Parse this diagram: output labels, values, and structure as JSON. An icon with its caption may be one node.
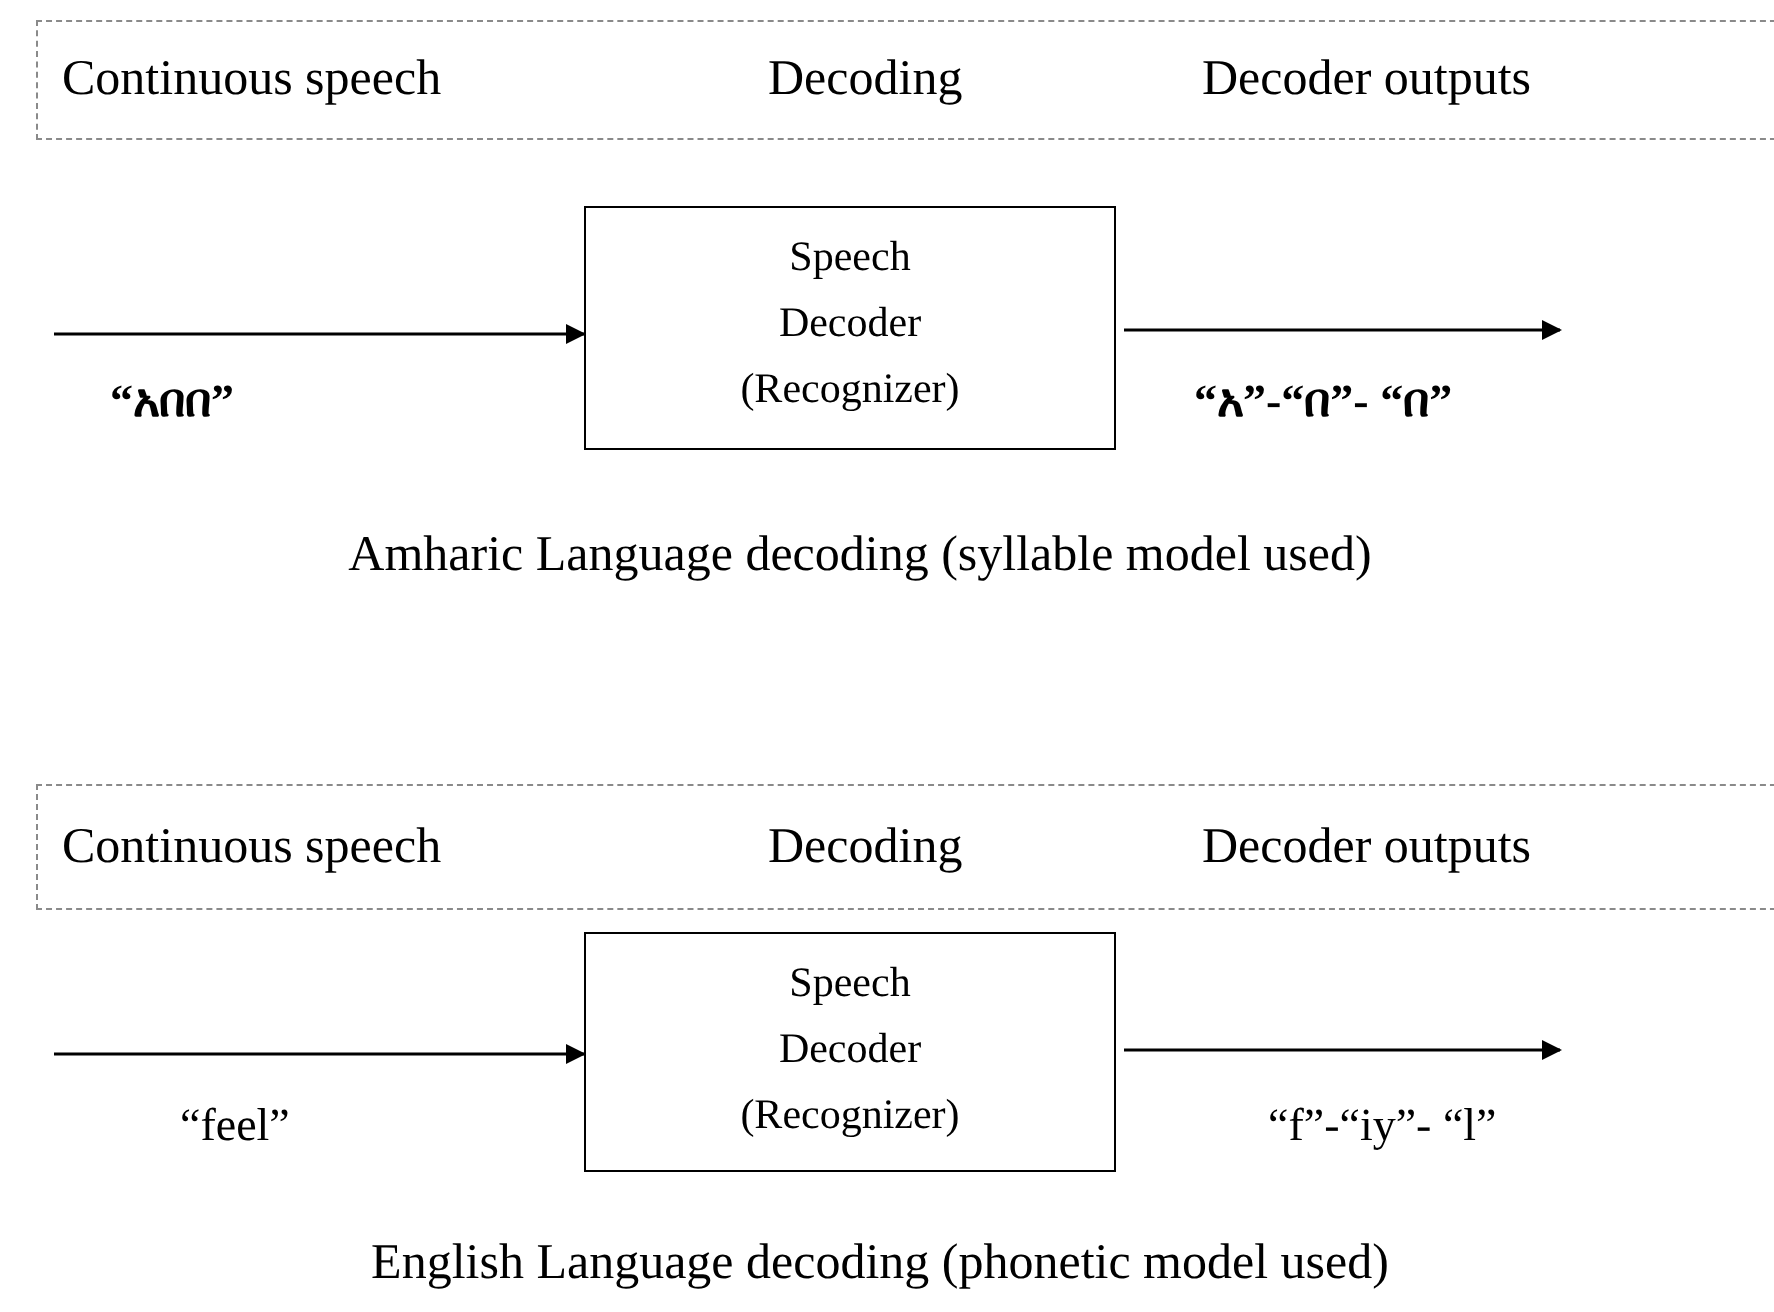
{
  "diagram": {
    "nodes": [
      {
        "text": [
          "Continuous speech",
          "Decoding",
          "Decoder outputs"
        ]
      },
      {
        "text": [
          "Speech Decoder (Recognizer)"
        ]
      },
      {
        "text": [
          "Continuous speech",
          "Decoding",
          "Decoder outputs"
        ]
      },
      {
        "text": [
          "Speech Decoder (Recognizer)"
        ]
      }
    ],
    "edges": [
      {
        "from": null,
        "to": 1,
        "arrow": "to",
        "label": "“አበበ”"
      },
      {
        "from": 1,
        "to": null,
        "arrow": "to",
        "label": "“አ”-“በ”- “በ”"
      },
      {
        "from": null,
        "to": 3,
        "arrow": "to",
        "label": "“feel”"
      },
      {
        "from": 3,
        "to": null,
        "arrow": "to",
        "label": "“f”-“iy”- “l”"
      }
    ],
    "labels": [
      "Amharic Language decoding (syllable model used)",
      "English Language decoding (phonetic model used)"
    ]
  }
}
